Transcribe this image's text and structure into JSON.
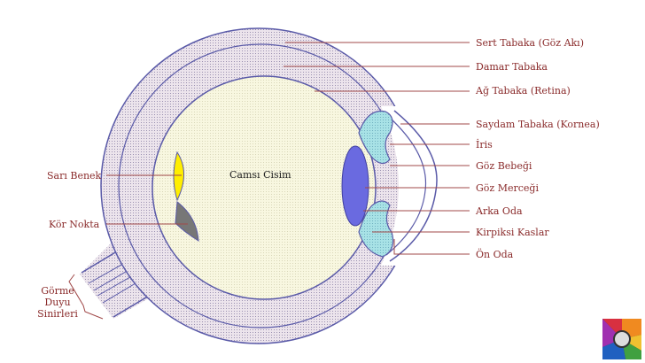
{
  "title": "Göz Anatomisi",
  "labels_right": [
    "Sert Tabaka (Göz Akı)",
    "Damar Tabaka",
    "Ağ Tabaka (Retina)",
    "Saydam Tabaka (Kornea)",
    "İris",
    "Göz Bebeği",
    "Göz Merceği",
    "Arka Oda",
    "Kirpiksi Kaslar",
    "Ön Oda"
  ],
  "labels_left": {
    "yellow_spot": "Sarı Benek",
    "blind_spot": "Kör Nokta",
    "optic_nerve": [
      "Görme",
      "Duyu",
      "Sinirleri"
    ]
  },
  "center_label": "Camsı Cisim",
  "colors": {
    "label": "#8a2b2b",
    "leader": "#a04848",
    "outline": "#5a5aa8",
    "layer_fill": "#e6dde6",
    "vitreous": "#f7f6dc",
    "iris": "#a8e0e4",
    "lens": "#6a6ae0",
    "yellow_spot": "#ffee00",
    "blind_spot": "#777777"
  }
}
